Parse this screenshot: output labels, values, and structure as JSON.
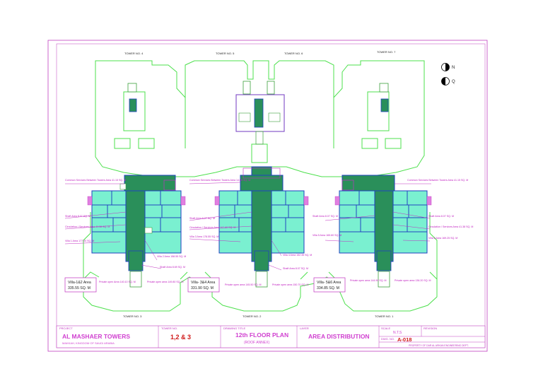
{
  "towers": {
    "t4": "TOWER NO. 4",
    "t5": "TOWER NO. 5",
    "t6": "TOWER NO. 6",
    "t7": "TOWER NO. 7",
    "t3": "TOWER NO. 3",
    "t2": "TOWER NO. 2",
    "t1": "TOWER NO. 1"
  },
  "compass": {
    "north": "N",
    "qibla": "Q"
  },
  "annotations": {
    "left": {
      "common": "Common Services Between Towers Area 41.15 SQ. M",
      "shaft": "Shaft Area 8.07 SQ. M",
      "circulation": "Circulation / Services Area 41.38 SQ. M",
      "villa1": "Villa 1 Area 177.00 SQ. M",
      "villa2": "Villa 2 Area 158.55 SQ. M",
      "shaft2": "Shaft Area 8.69 SQ. M",
      "private1": "Private open Area 140.10 SQ. M",
      "private2": "Private open area 149.80 SQ. M",
      "box1": "Villa-1&2 Area",
      "box2": "335.55 SQ. M"
    },
    "middle": {
      "common": "Common Services Between Towers Area 14.05 SQ. M",
      "shaft": "Shaft Area 8.07 SQ. M",
      "circulation": "Circulation / Services Area 107.60 SQ. M",
      "villa3": "Villa 3 Area 178.55 SQ. M",
      "villa4": "Villa 4 Area 152.35 SQ. M",
      "shaft2": "Shaft Area 8.07 SQ. M",
      "private1": "Private open area 145.50 SQ. M",
      "private2": "Private open area 150.70 SQ. M",
      "box1": "Villa- 3&4 Area",
      "box2": "331.90 SQ. M"
    },
    "right": {
      "common": "Common Services Between Towers Area 41.15 SQ. M",
      "shaft": "Shaft Area 8.07 SQ. M",
      "circulation": "Circulation / Services Area 41.38 SQ. M",
      "villa5": "Villa 5 Area 165.60 SQ. M",
      "villa6": "Villa 6 Area 169.25 SQ. M",
      "shaft2": "Shaft Area 8.07 SQ. M",
      "private1": "Private open area 144.90 SQ. M",
      "private2": "Private open area 136.20 SQ. M",
      "box1": "Villa- 5&6 Area",
      "box2": "334.85 SQ. M"
    }
  },
  "title_block": {
    "project_label": "PROJECT",
    "project_name": "AL MASHAER TOWERS",
    "project_location": "MAKKAH, KINGDOM OF SAUDI ARABIA",
    "tower_label": "TOWER NO.",
    "tower_value": "1,2 & 3",
    "drawing_label": "DRAWING TITLE",
    "drawing_title": "12th FLOOR PLAN",
    "drawing_subtitle": "(ROOF ANNEX)",
    "layer_label": "LAYER",
    "layer_value": "AREA DISTRIBUTION",
    "scale_label": "SCALE",
    "scale_value": "N.T.S",
    "rev_label": "REVISION",
    "dwg_no_label": "DWG. NO.",
    "dwg_no_value": "A-018",
    "footer": "PROPERTY OF DAR AL ARKAN ENGINEERING DEPT."
  }
}
